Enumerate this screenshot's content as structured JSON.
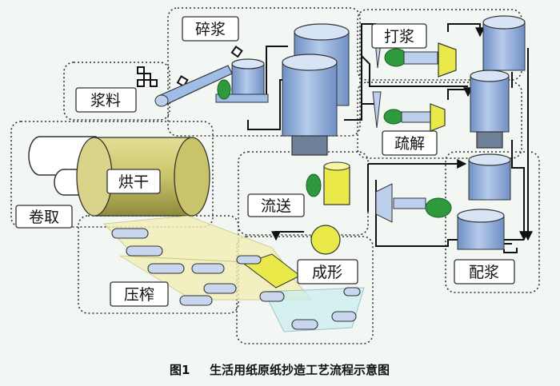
{
  "labels": {
    "pulping": "碎浆",
    "material": "浆料",
    "beating": "打浆",
    "deflaking": "疏解",
    "reeling": "卷取",
    "drying": "烘干",
    "flow": "流送",
    "forming": "成形",
    "pressing": "压榨",
    "mixing": "配浆"
  },
  "caption": {
    "number": "图1",
    "text": "生活用纸原纸抄造工艺流程示意图"
  },
  "colors": {
    "tank_blue": "#8eaedd",
    "motor_green": "#2e9a3d",
    "dryer_olive": "#c9c46a",
    "refiner_yellow": "#e9e94a"
  }
}
